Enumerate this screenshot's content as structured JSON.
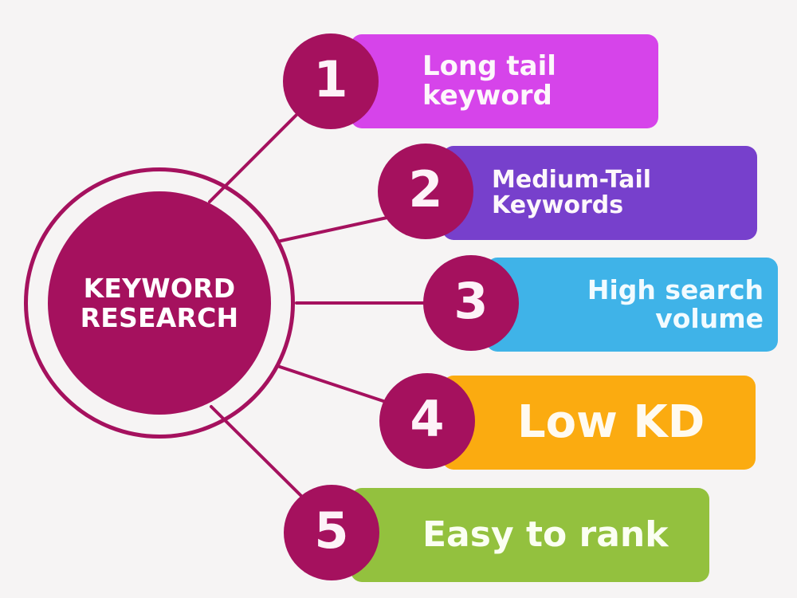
{
  "infographic": {
    "title": "KEYWORD RESEARCH",
    "background_color": "#f6f4f4",
    "brand_color": "#a5115e",
    "hub": {
      "label": "KEYWORD\nRESEARCH",
      "text_color": "#ffffff",
      "ring_color": "#a5115e",
      "disc_color": "#a5115e"
    },
    "items": [
      {
        "number": "1",
        "label": "Long tail\nkeyword",
        "bar_color": "#d644ea",
        "text_color": "#fdf7fb",
        "badge_color": "#a5115e"
      },
      {
        "number": "2",
        "label": "Medium-Tail\nKeywords",
        "bar_color": "#7740cc",
        "text_color": "#fdf7fb",
        "badge_color": "#a5115e"
      },
      {
        "number": "3",
        "label": "High search\nvolume",
        "bar_color": "#3fb3e8",
        "text_color": "#f2fbff",
        "badge_color": "#a5115e"
      },
      {
        "number": "4",
        "label": "Low KD",
        "bar_color": "#fbab10",
        "text_color": "#fffaf0",
        "badge_color": "#a5115e"
      },
      {
        "number": "5",
        "label": "Easy to rank",
        "bar_color": "#93c13e",
        "text_color": "#fbfff2",
        "badge_color": "#a5115e"
      }
    ],
    "connectors": {
      "color": "#a5115e",
      "width": 4
    }
  }
}
